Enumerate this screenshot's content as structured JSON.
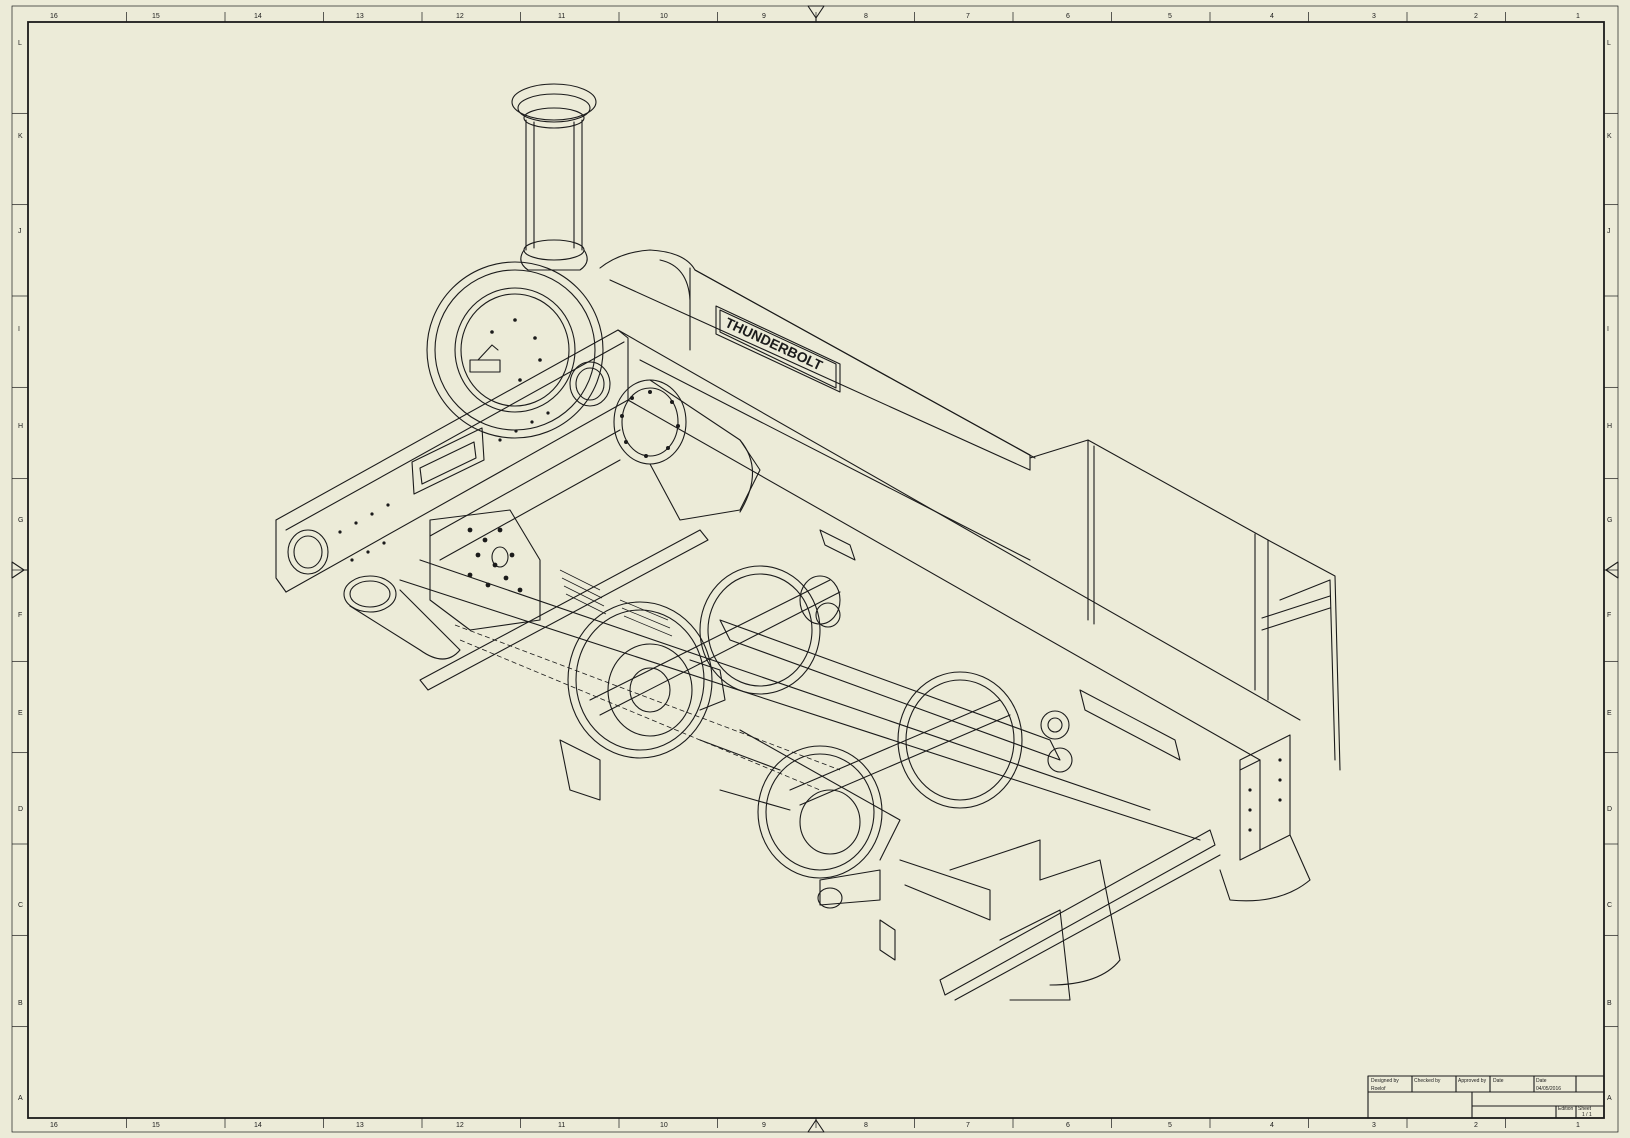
{
  "drawing": {
    "nameplate": "THUNDERBOLT",
    "zones_columns": [
      "16",
      "15",
      "14",
      "13",
      "12",
      "11",
      "10",
      "9",
      "8",
      "7",
      "6",
      "5",
      "4",
      "3",
      "2",
      "1"
    ],
    "zones_rows": [
      "L",
      "K",
      "J",
      "I",
      "H",
      "G",
      "F",
      "E",
      "D",
      "C",
      "B",
      "A"
    ]
  },
  "title_block": {
    "designed_by_label": "Designed by",
    "designed_by_value": "Roelof",
    "checked_by_label": "Checked by",
    "approved_by_label": "Approved by",
    "date_label": "Date",
    "date_col_label": "Date",
    "date_value": "04/05/2016",
    "edition_label": "Edition",
    "sheet_label": "Sheet",
    "sheet_value": "1 / 1"
  },
  "colors": {
    "paper": "#ecebd8",
    "ink": "#1b1b1b"
  }
}
